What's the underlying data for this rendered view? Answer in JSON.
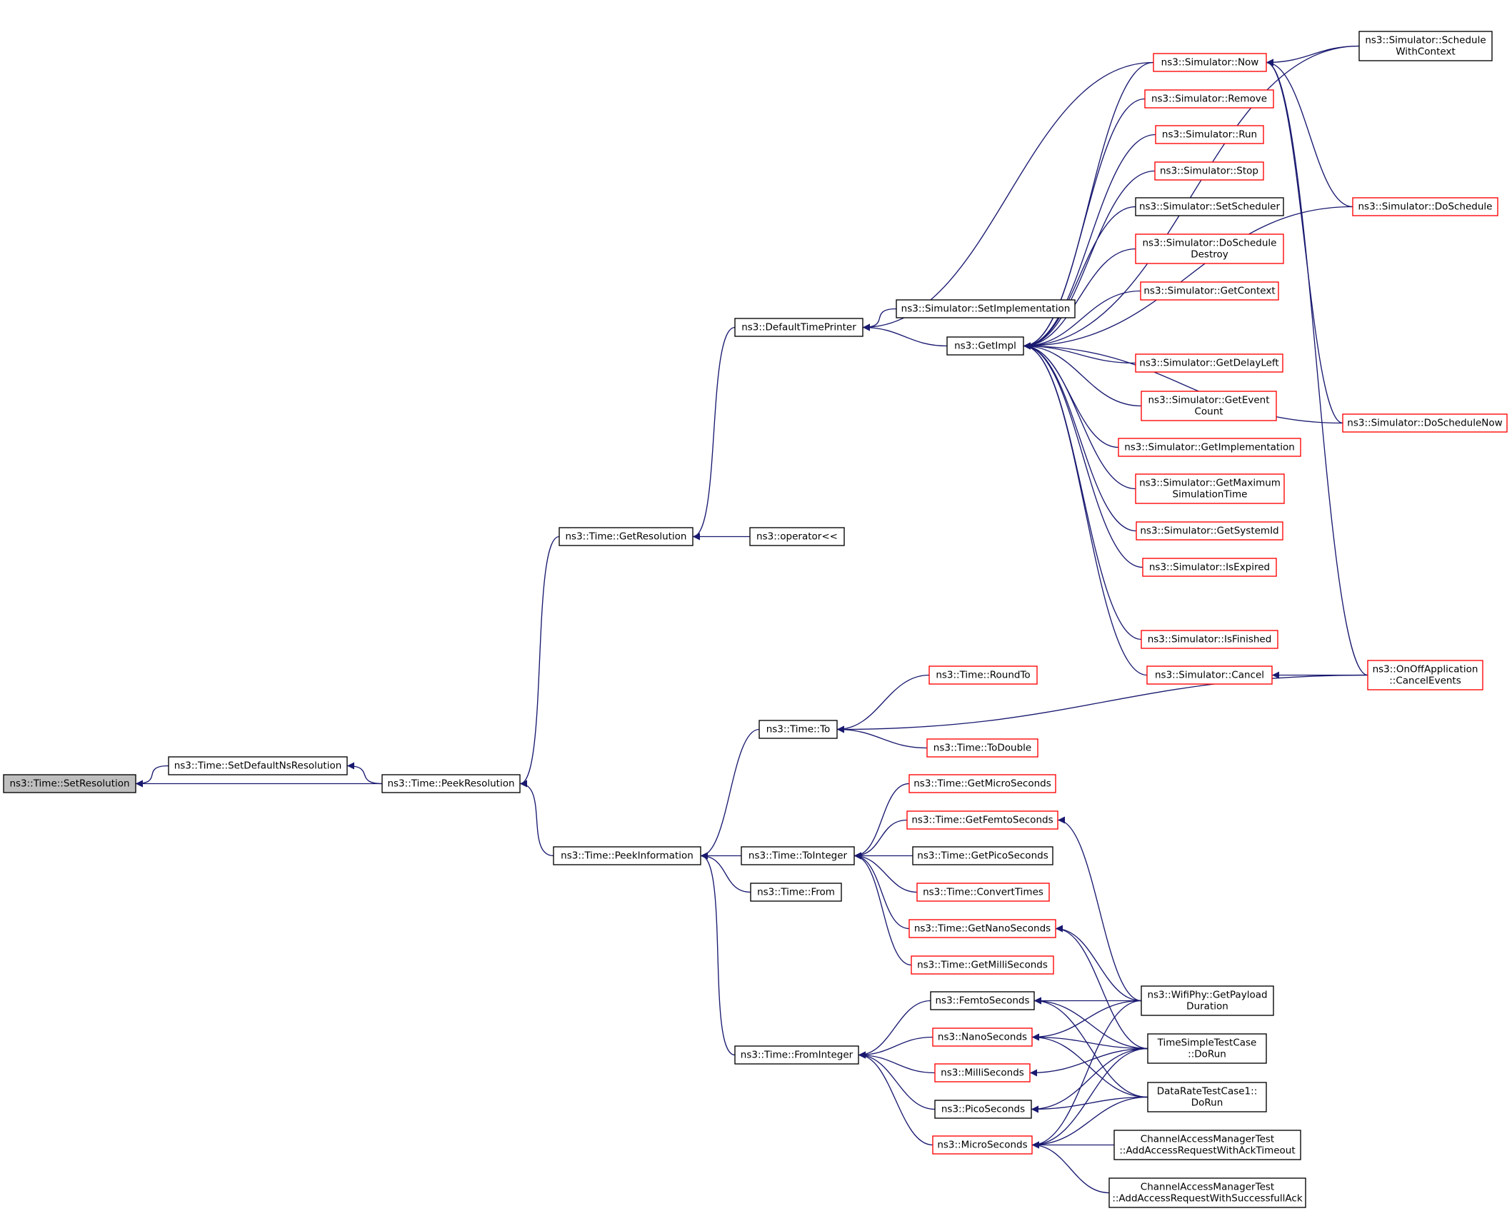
{
  "colors": {
    "edge": "#191970",
    "root_fill": "#bfbfbf",
    "node_fill": "#ffffff",
    "black_border": "#000000",
    "red_border": "#ff0000"
  },
  "nodes": [
    {
      "id": "set_resolution",
      "lines": [
        "ns3::Time::SetResolution"
      ],
      "style": "root"
    },
    {
      "id": "set_default_ns_resolution",
      "lines": [
        "ns3::Time::SetDefaultNsResolution"
      ],
      "style": "black"
    },
    {
      "id": "peek_resolution",
      "lines": [
        "ns3::Time::PeekResolution"
      ],
      "style": "black"
    },
    {
      "id": "get_resolution",
      "lines": [
        "ns3::Time::GetResolution"
      ],
      "style": "black"
    },
    {
      "id": "peek_information",
      "lines": [
        "ns3::Time::PeekInformation"
      ],
      "style": "black"
    },
    {
      "id": "operator_shift",
      "lines": [
        "ns3::operator<<"
      ],
      "style": "black"
    },
    {
      "id": "default_time_printer",
      "lines": [
        "ns3::DefaultTimePrinter"
      ],
      "style": "black"
    },
    {
      "id": "set_implementation",
      "lines": [
        "ns3::Simulator::SetImplementation"
      ],
      "style": "black"
    },
    {
      "id": "get_impl",
      "lines": [
        "ns3::GetImpl"
      ],
      "style": "black"
    },
    {
      "id": "sim_now",
      "lines": [
        "ns3::Simulator::Now"
      ],
      "style": "red"
    },
    {
      "id": "sim_remove",
      "lines": [
        "ns3::Simulator::Remove"
      ],
      "style": "red"
    },
    {
      "id": "sim_run",
      "lines": [
        "ns3::Simulator::Run"
      ],
      "style": "red"
    },
    {
      "id": "sim_stop",
      "lines": [
        "ns3::Simulator::Stop"
      ],
      "style": "red"
    },
    {
      "id": "sim_set_scheduler",
      "lines": [
        "ns3::Simulator::SetScheduler"
      ],
      "style": "black"
    },
    {
      "id": "sim_do_schedule_destroy",
      "lines": [
        "ns3::Simulator::DoSchedule",
        "Destroy"
      ],
      "style": "red"
    },
    {
      "id": "sim_get_context",
      "lines": [
        "ns3::Simulator::GetContext"
      ],
      "style": "red"
    },
    {
      "id": "sim_get_delay_left",
      "lines": [
        "ns3::Simulator::GetDelayLeft"
      ],
      "style": "red"
    },
    {
      "id": "sim_get_event_count",
      "lines": [
        "ns3::Simulator::GetEvent",
        "Count"
      ],
      "style": "red"
    },
    {
      "id": "sim_get_implementation",
      "lines": [
        "ns3::Simulator::GetImplementation"
      ],
      "style": "red"
    },
    {
      "id": "sim_get_max_sim_time",
      "lines": [
        "ns3::Simulator::GetMaximum",
        "SimulationTime"
      ],
      "style": "red"
    },
    {
      "id": "sim_get_system_id",
      "lines": [
        "ns3::Simulator::GetSystemId"
      ],
      "style": "red"
    },
    {
      "id": "sim_is_expired",
      "lines": [
        "ns3::Simulator::IsExpired"
      ],
      "style": "red"
    },
    {
      "id": "sim_is_finished",
      "lines": [
        "ns3::Simulator::IsFinished"
      ],
      "style": "red"
    },
    {
      "id": "sim_cancel",
      "lines": [
        "ns3::Simulator::Cancel"
      ],
      "style": "red"
    },
    {
      "id": "sim_schedule_with_context",
      "lines": [
        "ns3::Simulator::Schedule",
        "WithContext"
      ],
      "style": "black"
    },
    {
      "id": "sim_do_schedule",
      "lines": [
        "ns3::Simulator::DoSchedule"
      ],
      "style": "red"
    },
    {
      "id": "sim_do_schedule_now",
      "lines": [
        "ns3::Simulator::DoScheduleNow"
      ],
      "style": "red"
    },
    {
      "id": "onoff_cancel_events",
      "lines": [
        "ns3::OnOffApplication",
        "::CancelEvents"
      ],
      "style": "red"
    },
    {
      "id": "time_to",
      "lines": [
        "ns3::Time::To"
      ],
      "style": "black"
    },
    {
      "id": "time_round_to",
      "lines": [
        "ns3::Time::RoundTo"
      ],
      "style": "red"
    },
    {
      "id": "time_to_double",
      "lines": [
        "ns3::Time::ToDouble"
      ],
      "style": "red"
    },
    {
      "id": "time_to_integer",
      "lines": [
        "ns3::Time::ToInteger"
      ],
      "style": "black"
    },
    {
      "id": "time_from",
      "lines": [
        "ns3::Time::From"
      ],
      "style": "black"
    },
    {
      "id": "time_get_micro",
      "lines": [
        "ns3::Time::GetMicroSeconds"
      ],
      "style": "red"
    },
    {
      "id": "time_get_femto",
      "lines": [
        "ns3::Time::GetFemtoSeconds"
      ],
      "style": "red"
    },
    {
      "id": "time_get_pico",
      "lines": [
        "ns3::Time::GetPicoSeconds"
      ],
      "style": "black"
    },
    {
      "id": "time_convert_times",
      "lines": [
        "ns3::Time::ConvertTimes"
      ],
      "style": "red"
    },
    {
      "id": "time_get_nano",
      "lines": [
        "ns3::Time::GetNanoSeconds"
      ],
      "style": "red"
    },
    {
      "id": "time_get_milli",
      "lines": [
        "ns3::Time::GetMilliSeconds"
      ],
      "style": "red"
    },
    {
      "id": "time_from_integer",
      "lines": [
        "ns3::Time::FromInteger"
      ],
      "style": "black"
    },
    {
      "id": "femto_seconds",
      "lines": [
        "ns3::FemtoSeconds"
      ],
      "style": "black"
    },
    {
      "id": "nano_seconds",
      "lines": [
        "ns3::NanoSeconds"
      ],
      "style": "red"
    },
    {
      "id": "milli_seconds",
      "lines": [
        "ns3::MilliSeconds"
      ],
      "style": "red"
    },
    {
      "id": "pico_seconds",
      "lines": [
        "ns3::PicoSeconds"
      ],
      "style": "black"
    },
    {
      "id": "micro_seconds",
      "lines": [
        "ns3::MicroSeconds"
      ],
      "style": "red"
    },
    {
      "id": "wifiphy_get_payload_duration",
      "lines": [
        "ns3::WifiPhy::GetPayload",
        "Duration"
      ],
      "style": "black"
    },
    {
      "id": "time_simple_test_case",
      "lines": [
        "TimeSimpleTestCase",
        "::DoRun"
      ],
      "style": "black"
    },
    {
      "id": "data_rate_test_case1",
      "lines": [
        "DataRateTestCase1::",
        "DoRun"
      ],
      "style": "black"
    },
    {
      "id": "channel_access_ack_timeout",
      "lines": [
        "ChannelAccessManagerTest",
        "::AddAccessRequestWithAckTimeout"
      ],
      "style": "black"
    },
    {
      "id": "channel_access_successful_ack",
      "lines": [
        "ChannelAccessManagerTest",
        "::AddAccessRequestWithSuccessfullAck"
      ],
      "style": "black"
    }
  ],
  "edges": [
    [
      "set_default_ns_resolution",
      "set_resolution"
    ],
    [
      "peek_resolution",
      "set_resolution"
    ],
    [
      "peek_resolution",
      "set_default_ns_resolution"
    ],
    [
      "get_resolution",
      "peek_resolution"
    ],
    [
      "peek_information",
      "peek_resolution"
    ],
    [
      "operator_shift",
      "get_resolution"
    ],
    [
      "default_time_printer",
      "get_resolution"
    ],
    [
      "set_implementation",
      "default_time_printer"
    ],
    [
      "get_impl",
      "default_time_printer"
    ],
    [
      "sim_now",
      "default_time_printer"
    ],
    [
      "sim_now",
      "get_impl"
    ],
    [
      "sim_remove",
      "get_impl"
    ],
    [
      "sim_run",
      "get_impl"
    ],
    [
      "sim_stop",
      "get_impl"
    ],
    [
      "sim_set_scheduler",
      "get_impl"
    ],
    [
      "sim_do_schedule_destroy",
      "get_impl"
    ],
    [
      "sim_get_context",
      "get_impl"
    ],
    [
      "sim_get_delay_left",
      "get_impl"
    ],
    [
      "sim_get_event_count",
      "get_impl"
    ],
    [
      "sim_get_implementation",
      "get_impl"
    ],
    [
      "sim_get_max_sim_time",
      "get_impl"
    ],
    [
      "sim_get_system_id",
      "get_impl"
    ],
    [
      "sim_is_expired",
      "get_impl"
    ],
    [
      "sim_is_finished",
      "get_impl"
    ],
    [
      "sim_cancel",
      "get_impl"
    ],
    [
      "sim_schedule_with_context",
      "get_impl"
    ],
    [
      "sim_do_schedule",
      "get_impl"
    ],
    [
      "sim_do_schedule_now",
      "get_impl"
    ],
    [
      "sim_schedule_with_context",
      "sim_now"
    ],
    [
      "sim_do_schedule",
      "sim_now"
    ],
    [
      "sim_do_schedule_now",
      "sim_now"
    ],
    [
      "onoff_cancel_events",
      "sim_now"
    ],
    [
      "onoff_cancel_events",
      "sim_cancel"
    ],
    [
      "onoff_cancel_events",
      "time_to"
    ],
    [
      "time_to",
      "peek_information"
    ],
    [
      "time_to_integer",
      "peek_information"
    ],
    [
      "time_from",
      "peek_information"
    ],
    [
      "time_from_integer",
      "peek_information"
    ],
    [
      "time_round_to",
      "time_to"
    ],
    [
      "time_to_double",
      "time_to"
    ],
    [
      "time_get_micro",
      "time_to_integer"
    ],
    [
      "time_get_femto",
      "time_to_integer"
    ],
    [
      "time_get_pico",
      "time_to_integer"
    ],
    [
      "time_convert_times",
      "time_to_integer"
    ],
    [
      "time_get_nano",
      "time_to_integer"
    ],
    [
      "time_get_milli",
      "time_to_integer"
    ],
    [
      "femto_seconds",
      "time_from_integer"
    ],
    [
      "nano_seconds",
      "time_from_integer"
    ],
    [
      "milli_seconds",
      "time_from_integer"
    ],
    [
      "pico_seconds",
      "time_from_integer"
    ],
    [
      "micro_seconds",
      "time_from_integer"
    ],
    [
      "wifiphy_get_payload_duration",
      "time_get_femto"
    ],
    [
      "wifiphy_get_payload_duration",
      "time_get_nano"
    ],
    [
      "time_simple_test_case",
      "time_get_nano"
    ],
    [
      "wifiphy_get_payload_duration",
      "femto_seconds"
    ],
    [
      "time_simple_test_case",
      "femto_seconds"
    ],
    [
      "data_rate_test_case1",
      "femto_seconds"
    ],
    [
      "wifiphy_get_payload_duration",
      "nano_seconds"
    ],
    [
      "time_simple_test_case",
      "nano_seconds"
    ],
    [
      "data_rate_test_case1",
      "nano_seconds"
    ],
    [
      "time_simple_test_case",
      "milli_seconds"
    ],
    [
      "time_simple_test_case",
      "pico_seconds"
    ],
    [
      "data_rate_test_case1",
      "pico_seconds"
    ],
    [
      "wifiphy_get_payload_duration",
      "micro_seconds"
    ],
    [
      "time_simple_test_case",
      "micro_seconds"
    ],
    [
      "data_rate_test_case1",
      "micro_seconds"
    ],
    [
      "channel_access_ack_timeout",
      "micro_seconds"
    ],
    [
      "channel_access_successful_ack",
      "micro_seconds"
    ]
  ]
}
